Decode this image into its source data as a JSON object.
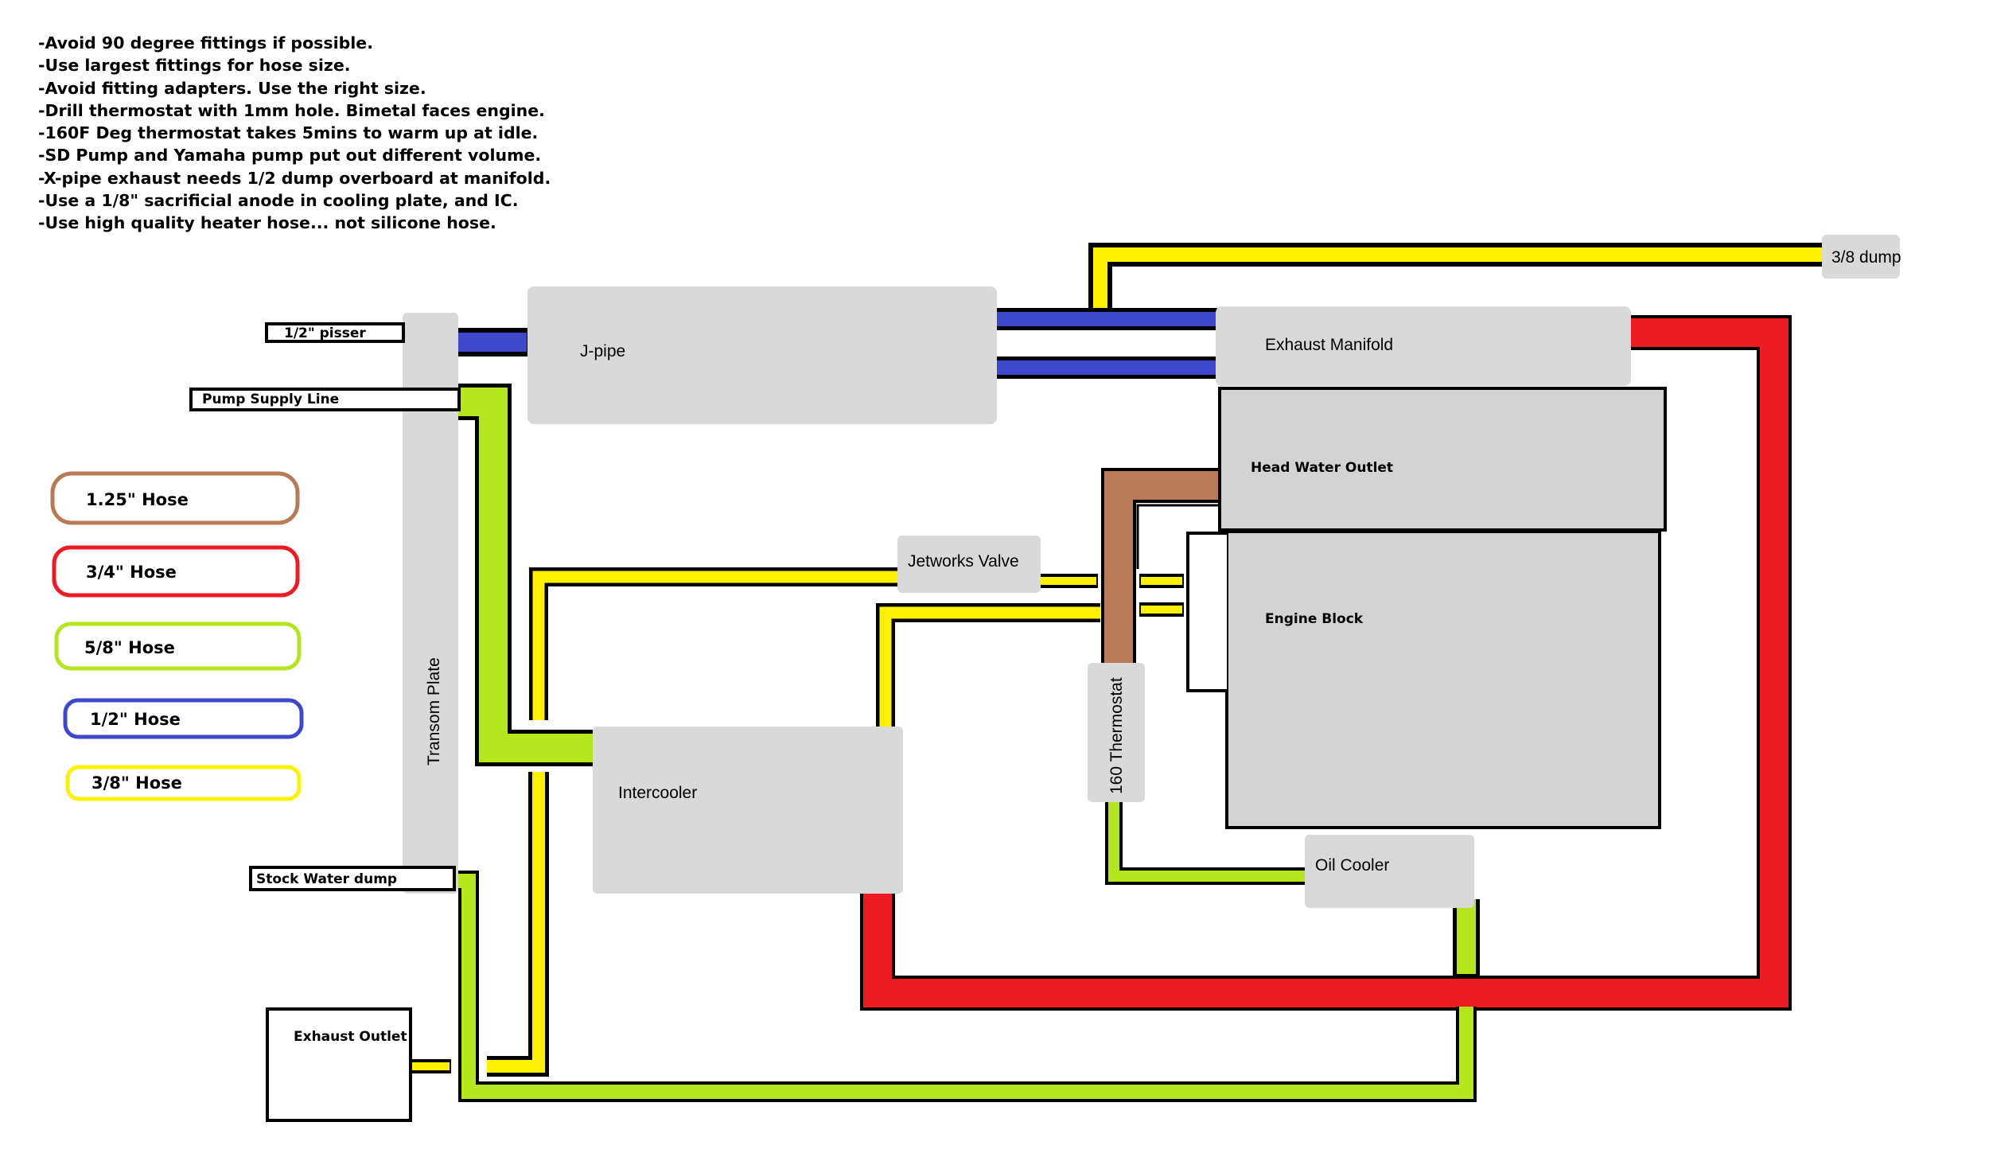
{
  "notes": [
    "-Avoid 90 degree fittings if possible.",
    "-Use largest fittings for hose size.",
    "-Avoid fitting adapters. Use the right size.",
    "-Drill thermostat with 1mm hole. Bimetal faces engine.",
    "-160F Deg thermostat takes 5mins to warm up at idle.",
    "-SD Pump and Yamaha pump put out different volume.",
    "-X-pipe exhaust needs 1/2 dump overboard at manifold.",
    "-Use a 1/8\" sacrificial anode in cooling plate, and IC.",
    "-Use high quality heater hose... not silicone hose."
  ],
  "components": {
    "j_pipe": "J-pipe",
    "exhaust_manifold": "Exhaust Manifold",
    "head_water_outlet": "Head Water Outlet",
    "engine_block": "Engine Block",
    "jetworks_valve": "Jetworks Valve",
    "intercooler": "Intercooler",
    "thermostat": "160 Thermostat",
    "oil_cooler": "Oil Cooler",
    "transom_plate": "Transom Plate",
    "dump_38": "3/8 dump",
    "pisser": "1/2\" pisser",
    "pump_supply": "Pump Supply Line",
    "stock_water_dump": "Stock Water dump",
    "exhaust_outlet": "Exhaust Outlet"
  },
  "legend": [
    {
      "label": "1.25\" Hose",
      "color": "#b97a57"
    },
    {
      "label": "3/4\" Hose",
      "color": "#ed1c24"
    },
    {
      "label": "5/8\" Hose",
      "color": "#b5e61d"
    },
    {
      "label": "1/2\" Hose",
      "color": "#3f48cc"
    },
    {
      "label": "3/8\" Hose",
      "color": "#fff200"
    }
  ],
  "colors": {
    "hose_125": "#b97a57",
    "hose_34": "#ed1c24",
    "hose_58": "#b5e61d",
    "hose_12": "#3f48cc",
    "hose_38": "#fff200",
    "component_fill": "#d9d9d9",
    "engine_fill": "#d3d3d3"
  }
}
